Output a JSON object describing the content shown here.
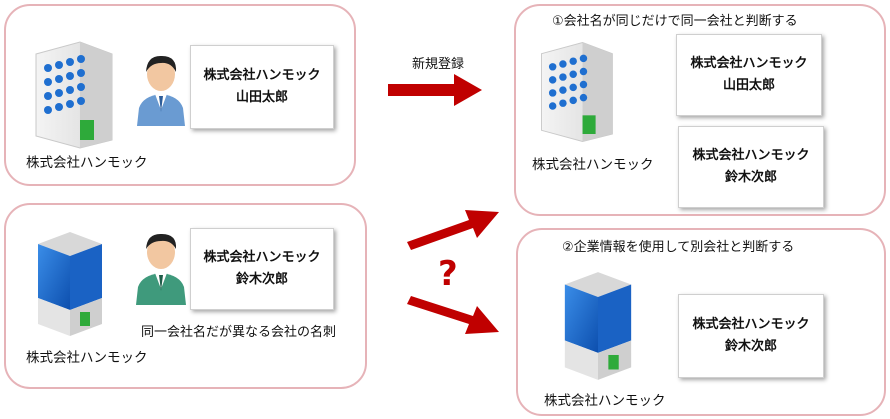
{
  "company_name": "株式会社ハンモック",
  "person_yamada": "山田太郎",
  "person_suzuki": "鈴木次郎",
  "new_registration": "新規登録",
  "same_name_note": "同一会社名だが異なる会社の名刺",
  "result1_title": "①会社名が同じだけで同一会社と判断する",
  "result2_title": "②企業情報を使用して別会社と判断する",
  "question_mark": "?",
  "colors": {
    "panel_border": "#e6b3b8",
    "arrow": "#c00000",
    "building_blue": "#1a6fd1",
    "door_green": "#2eaa3a"
  }
}
